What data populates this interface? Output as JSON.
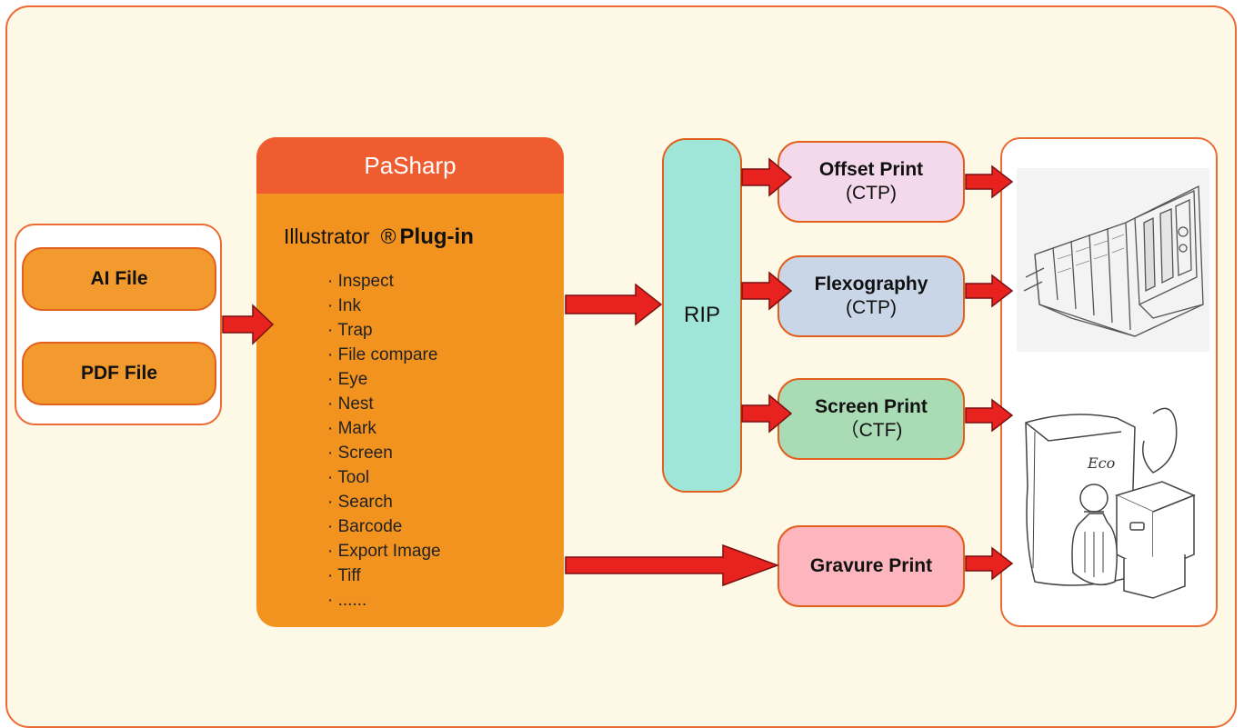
{
  "inputs": [
    "AI File",
    "PDF File"
  ],
  "pasharp": {
    "title": "PaSharp",
    "plugin_prefix": "Illustrator",
    "plugin_reg": "®",
    "plugin_suffix": "Plug-in",
    "features": [
      "· Inspect",
      "· Ink",
      "· Trap",
      "· File compare",
      "· Eye",
      "· Nest",
      "· Mark",
      "· Screen",
      "· Tool",
      "· Search",
      "· Barcode",
      "· Export Image",
      "· Tiff",
      "· ......"
    ]
  },
  "rip": {
    "label": "RIP"
  },
  "outputs": [
    {
      "title": "Offset Print",
      "sub": "(CTP)",
      "color": "#f4d9ec"
    },
    {
      "title": "Flexography",
      "sub": "(CTP)",
      "color": "#c9d6e8"
    },
    {
      "title": "Screen Print",
      "sub": "（CTF)",
      "color": "#a9dbb4"
    },
    {
      "title": "Gravure Print",
      "sub": "",
      "color": "#fdb6bd"
    }
  ],
  "illustrations": {
    "press": "printing-press-illustration",
    "packaging": "packaging-products-illustration",
    "bag_text": "Eco"
  },
  "colors": {
    "frame_border": "#ec6a35",
    "frame_bg": "#fdf9e6",
    "pasharp_body": "#f3931f",
    "pasharp_header": "#ee5c2f",
    "input_button": "#f29a2e",
    "rip": "#9fe6d8",
    "arrow_fill": "#e8231f",
    "arrow_stroke": "#7a1010"
  }
}
